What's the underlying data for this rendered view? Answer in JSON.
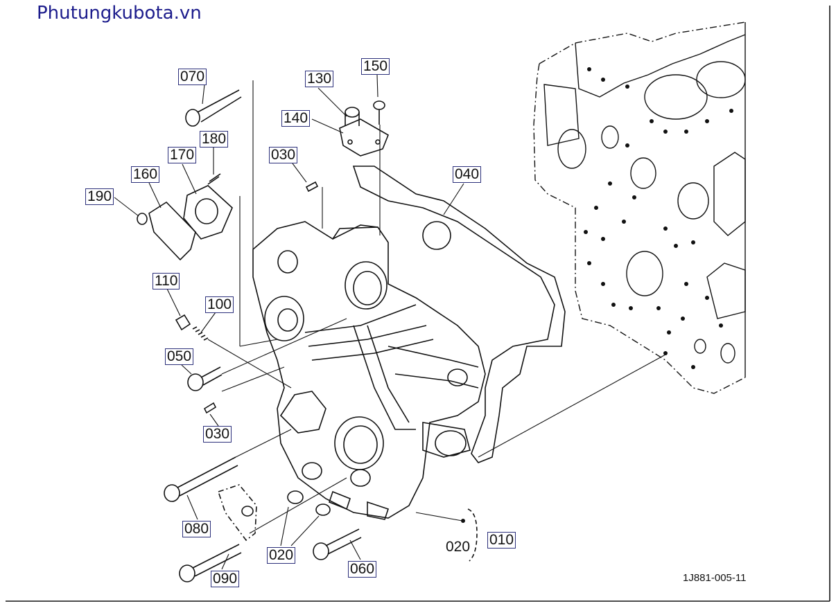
{
  "site_title": "Phutungkubota.vn",
  "diagram_code": "1J881-005-11",
  "colors": {
    "label_border": "#2b2f7a",
    "title": "#1c1c8c",
    "line": "#111111"
  },
  "parts": {
    "p070": "070",
    "p130": "130",
    "p150": "150",
    "p140": "140",
    "p180": "180",
    "p170": "170",
    "p160": "160",
    "p190": "190",
    "p030a": "030",
    "p040": "040",
    "p110": "110",
    "p100": "100",
    "p050": "050",
    "p030b": "030",
    "p080": "080",
    "p020a": "020",
    "p020b": "020",
    "p010": "010",
    "p060": "060",
    "p090": "090"
  }
}
